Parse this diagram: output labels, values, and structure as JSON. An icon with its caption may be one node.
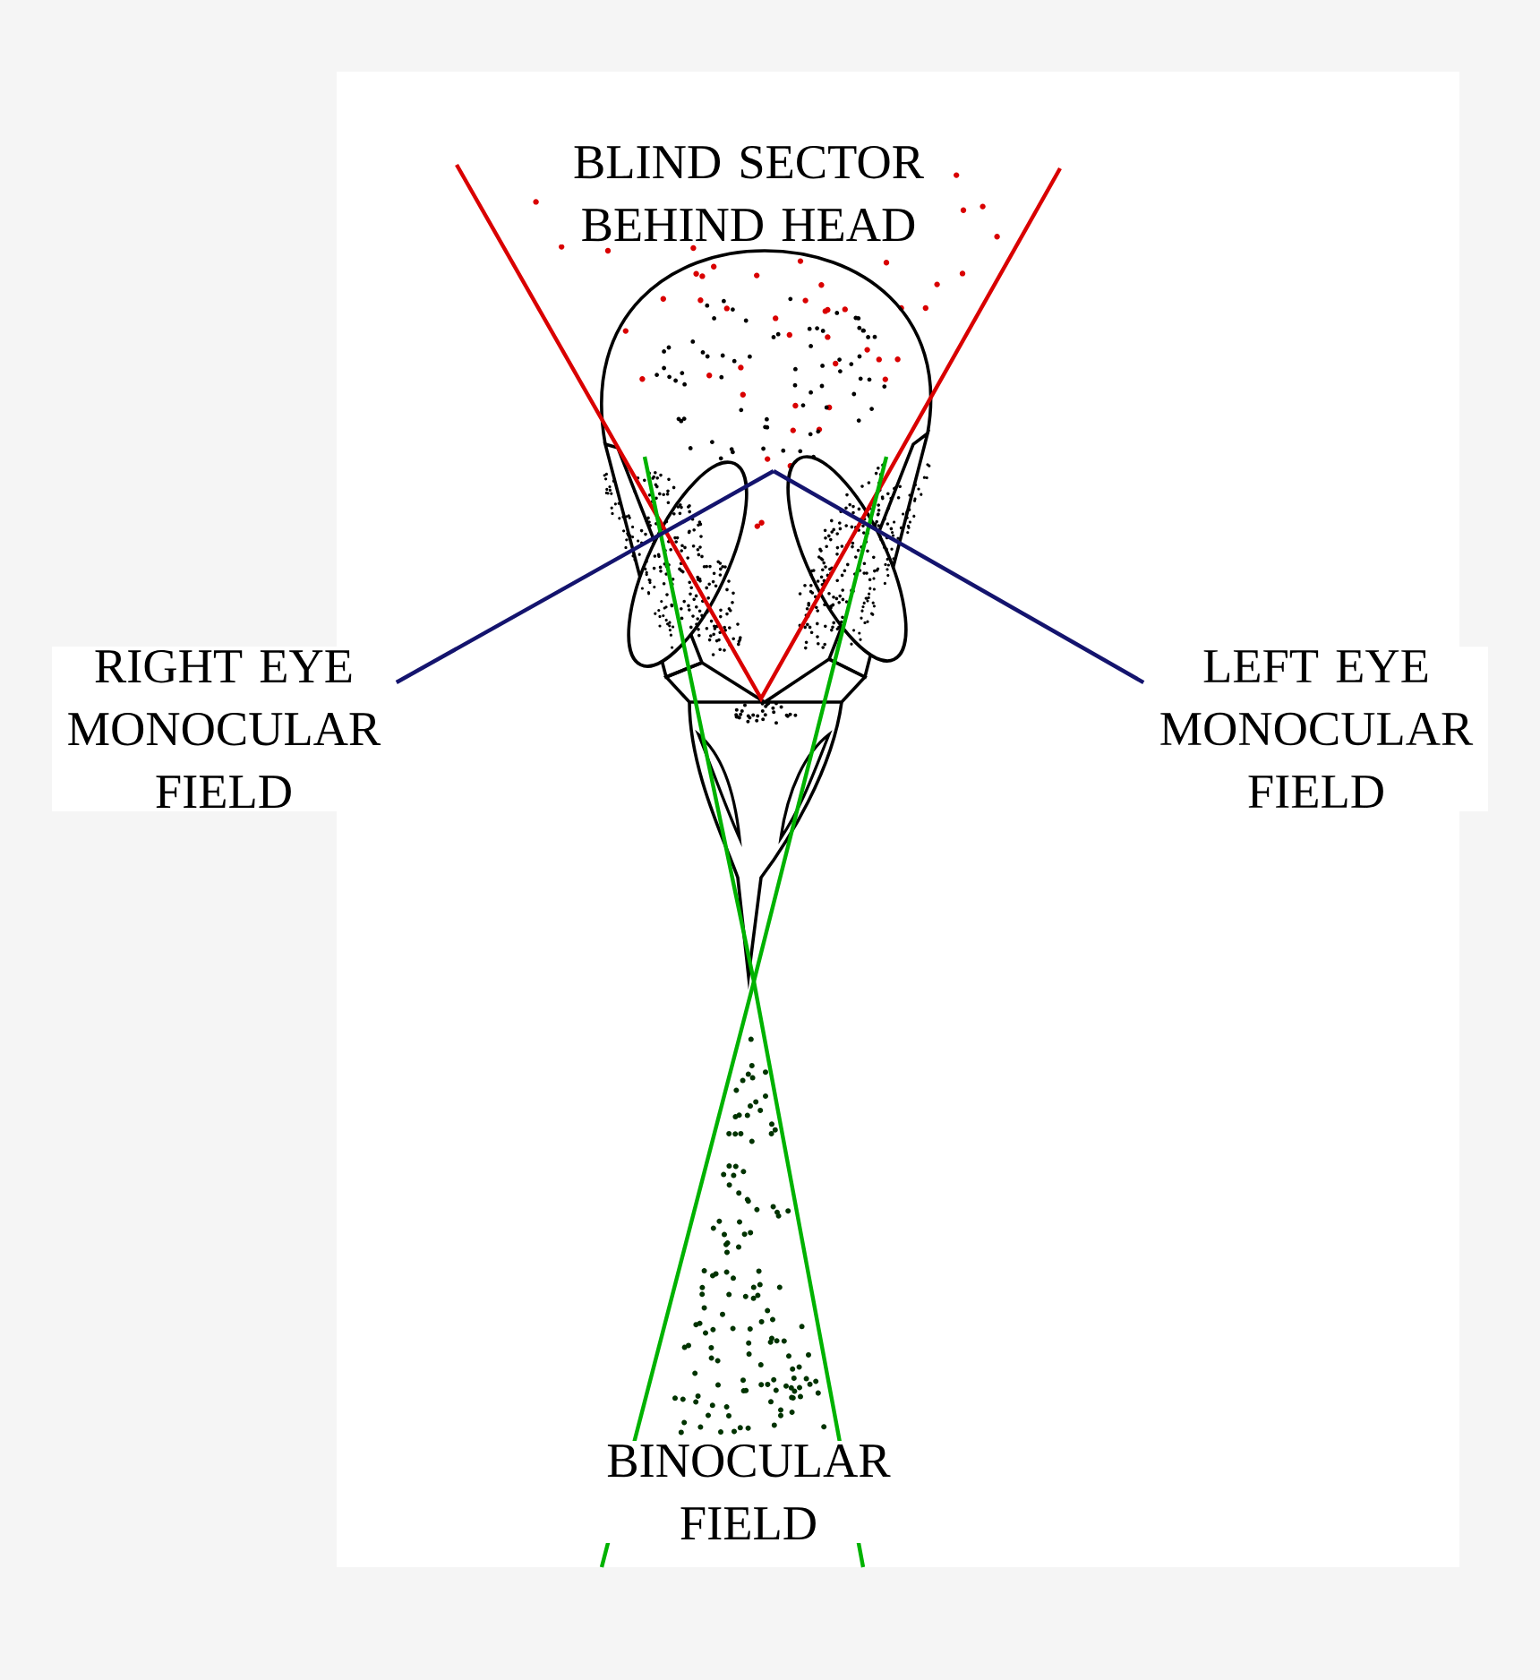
{
  "diagram": {
    "nodes": [
      {
        "text": [
          "RIGHT EYE MONOCULAR FIELD"
        ]
      },
      {
        "text": [
          "LEFT EYE MONOCULAR FIELD"
        ]
      }
    ],
    "edges": [
      {
        "from": 0,
        "to": null,
        "arrow": "none"
      },
      {
        "from": 1,
        "to": null,
        "arrow": "none"
      }
    ],
    "labels": [
      "BLIND SECTOR BEHIND HEAD",
      "BINOCULAR FIELD"
    ]
  }
}
